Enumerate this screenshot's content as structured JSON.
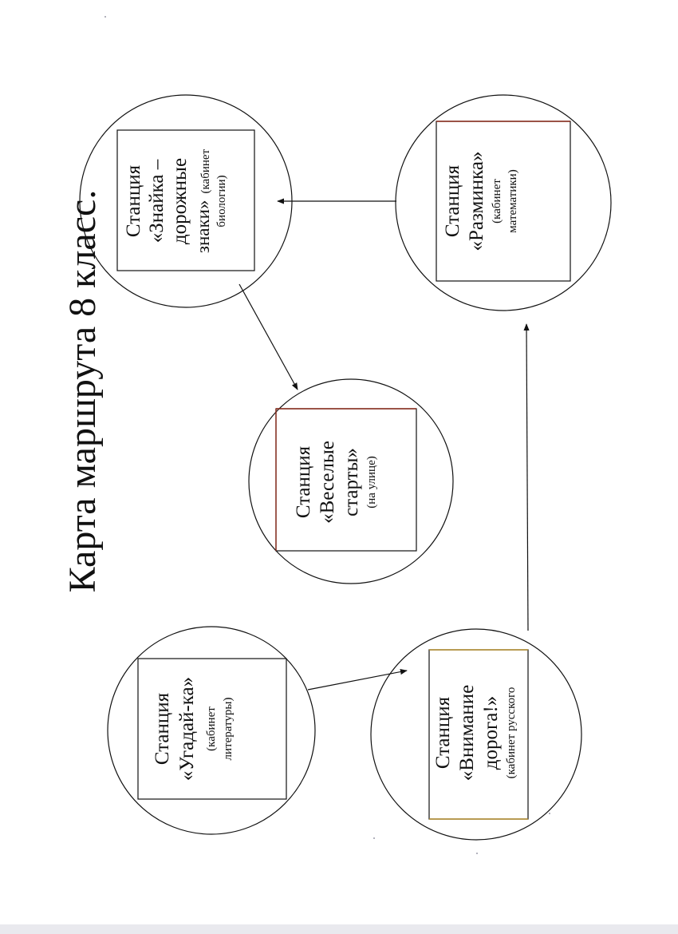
{
  "title": "Карта маршрута 8 класс.",
  "stations": [
    {
      "id": "ugadai",
      "line1": "Станция",
      "line2": "«Угадай-ка»",
      "sub1": "(кабинет",
      "sub2": "литературы)"
    },
    {
      "id": "vnimanie",
      "line1": "Станция",
      "line2": "«Внимание",
      "line3": "дорога!»",
      "sub1": "(кабинет русского"
    },
    {
      "id": "veselye",
      "line1": "Станция",
      "line2": "«Веселые",
      "line3": "старты»",
      "sub1": "(на улице)"
    },
    {
      "id": "znaika",
      "line1": "Станция",
      "line2": "«Знайка –",
      "line3": "дорожные",
      "line4a": "знаки»",
      "line4b": "(кабинет",
      "sub1": "биологии)"
    },
    {
      "id": "razminka",
      "line1": "Станция",
      "line2": "«Разминка»",
      "sub1": "(кабинет",
      "sub2": "математики)"
    }
  ],
  "route": [
    {
      "from": "ugadai",
      "to": "vnimanie"
    },
    {
      "from": "vnimanie",
      "to": "razminka"
    },
    {
      "from": "razminka",
      "to": "znaika"
    },
    {
      "from": "znaika",
      "to": "veselye"
    }
  ],
  "colors": {
    "ink": "#111111",
    "box_accent": "#8a2a1a",
    "box_gold": "#b08a2a"
  }
}
